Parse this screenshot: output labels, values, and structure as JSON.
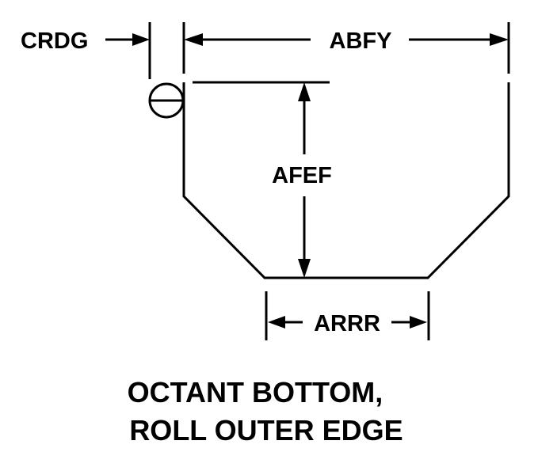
{
  "diagram": {
    "labels": {
      "edge_diameter": "CRDG",
      "overall_width": "ABFY",
      "height": "AFEF",
      "bottom_width": "ARRR"
    },
    "caption": {
      "line1": "OCTANT BOTTOM,",
      "line2": "ROLL OUTER EDGE"
    },
    "colors": {
      "ink": "#000000",
      "background": "#ffffff"
    }
  }
}
